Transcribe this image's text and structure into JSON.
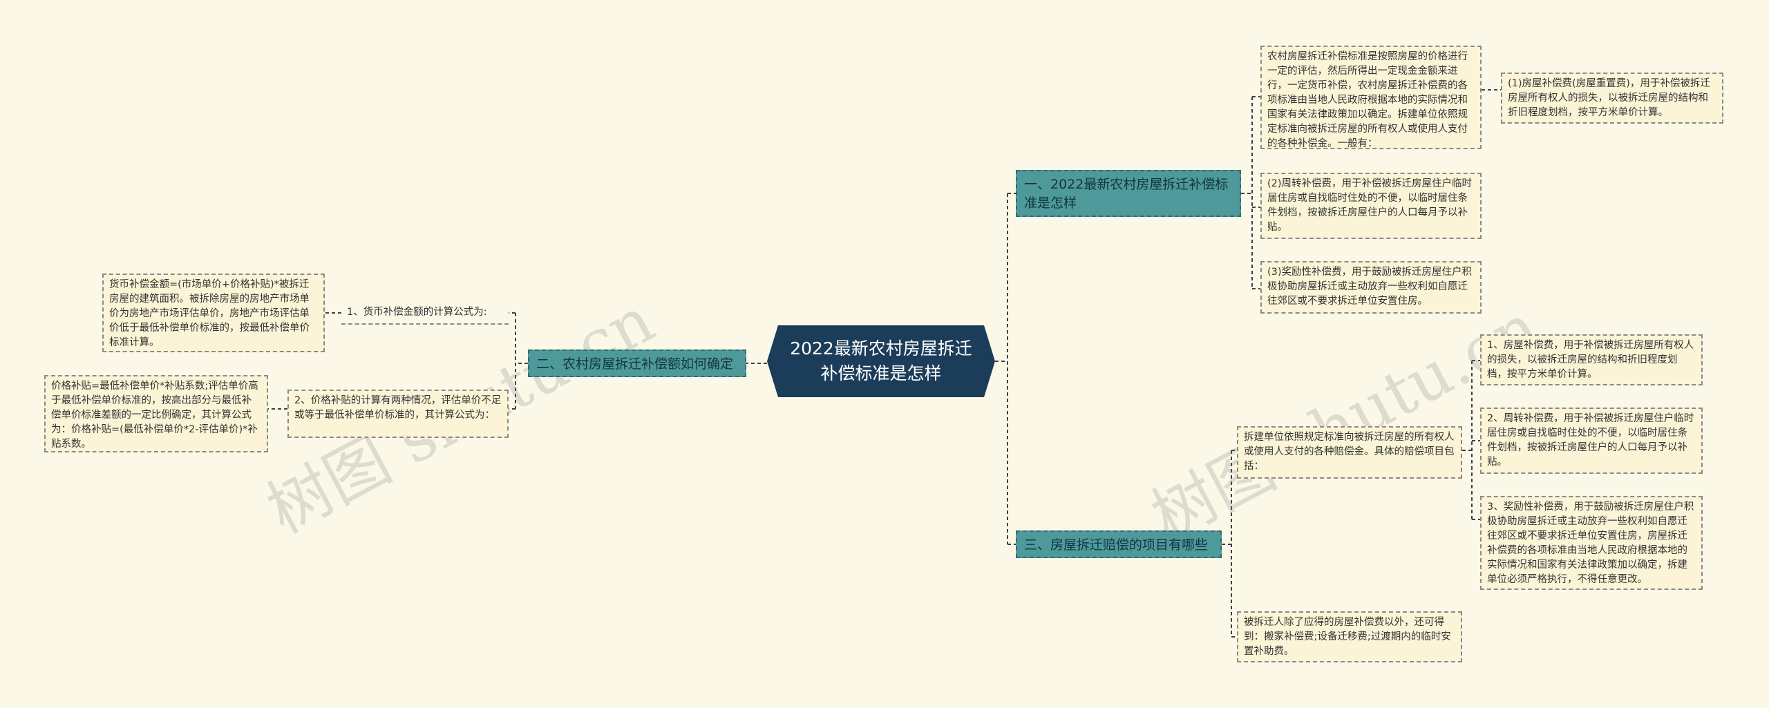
{
  "watermark": "树图 shutu.cn",
  "root": {
    "title": "2022最新农村房屋拆迁补偿标准是怎样"
  },
  "right": {
    "b1": {
      "label": "一、2022最新农村房屋拆迁补偿标准是怎样",
      "intro": "农村房屋拆迁补偿标准是按照房屋的价格进行一定的评估，然后所得出一定现金金额来进行，一定货币补偿，农村房屋拆迁补偿费的各项标准由当地人民政府根据本地的实际情况和国家有关法律政策加以确定。拆建单位依照规定标准向被拆迁房屋的所有权人或使用人支付的各种补偿金。一般有：",
      "item1": "(1)房屋补偿费(房屋重置费)，用于补偿被拆迁房屋所有权人的损失，以被拆迁房屋的结构和折旧程度划档，按平方米单价计算。",
      "item2": "(2)周转补偿费，用于补偿被拆迁房屋住户临时居住房或自找临时住处的不便，以临时居住条件划档，按被拆迁房屋住户的人口每月予以补贴。",
      "item3": "(3)奖励性补偿费，用于鼓励被拆迁房屋住户积极协助房屋拆迁或主动放弃一些权利如自愿迁往郊区或不要求拆迁单位安置住房。"
    },
    "b3": {
      "label": "三、房屋拆迁赔偿的项目有哪些",
      "intro": "拆建单位依照规定标准向被拆迁房屋的所有权人或使用人支付的各种赔偿金。具体的赔偿项目包括：",
      "item1": "1、房屋补偿费，用于补偿被拆迁房屋所有权人的损失，以被拆迁房屋的结构和折旧程度划档，按平方米单价计算。",
      "item2": "2、周转补偿费，用于补偿被拆迁房屋住户临时居住房或自找临时住处的不便，以临时居住条件划档，按被拆迁房屋住户的人口每月予以补贴。",
      "item3": "3、奖励性补偿费，用于鼓励被拆迁房屋住户积极协助房屋拆迁或主动放弃一些权利如自愿迁往郊区或不要求拆迁单位安置住房，房屋拆迁补偿费的各项标准由当地人民政府根据本地的实际情况和国家有关法律政策加以确定，拆建单位必须严格执行，不得任意更改。",
      "extra": "被拆迁人除了应得的房屋补偿费以外，还可得到：搬家补偿费;设备迁移费;过渡期内的临时安置补助费。"
    }
  },
  "left": {
    "b2": {
      "label": "二、农村房屋拆迁补偿额如何确定",
      "sub1": {
        "label": "1、货币补偿金额的计算公式为:",
        "detail": "货币补偿金额=(市场单价+价格补贴)*被拆迁房屋的建筑面积。被拆除房屋的房地产市场单价为房地产市场评估单价，房地产市场评估单价低于最低补偿单价标准的，按最低补偿单价标准计算。"
      },
      "sub2": {
        "label": "2、价格补贴的计算有两种情况，评估单价不足或等于最低补偿单价标准的，其计算公式为：",
        "detail": "价格补贴=最低补偿单价*补贴系数;评估单价高于最低补偿单价标准的，按高出部分与最低补偿单价标准差额的一定比例确定，其计算公式为：价格补贴=(最低补偿单价*2-评估单价)*补贴系数。"
      }
    }
  }
}
